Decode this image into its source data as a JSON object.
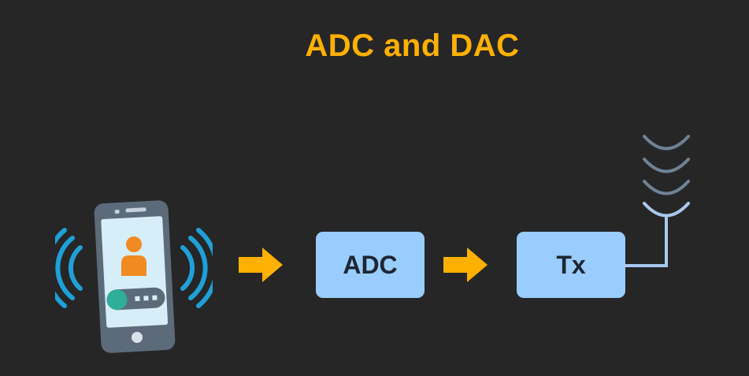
{
  "title": "ADC and DAC",
  "blocks": {
    "adc_label": "ADC",
    "tx_label": "Tx"
  },
  "icons": {
    "phone": "smartphone-user-icon",
    "signal_waves": "signal-waves-icon",
    "arrow": "arrow-right-icon",
    "antenna": "antenna-icon"
  },
  "colors": {
    "background": "#262626",
    "title": "#FFB000",
    "arrow": "#FFB000",
    "block_fill": "#99CCFF",
    "block_text": "#1F2630",
    "wave": "#1FA0D8",
    "antenna": "#A8C8EE",
    "antenna_wave_dim": "#6F8296"
  }
}
